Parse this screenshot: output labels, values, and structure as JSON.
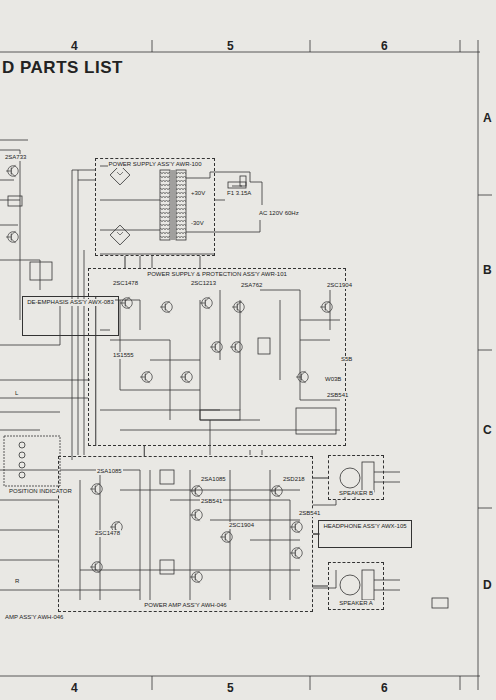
{
  "diagram": {
    "title": "D PARTS LIST",
    "nodes": [
      {
        "text": [
          "POWER SUPPLY ASS'Y AWR-100"
        ]
      },
      {
        "text": [
          "POWER SUPPLY & PROTECTION ASS'Y AWR-101"
        ]
      },
      {
        "text": [
          "POWER AMP ASS'Y AWH-046"
        ]
      },
      {
        "text": [
          "HEADPHONE ASS'Y AWX-105"
        ]
      },
      {
        "text": [
          "SPEAKER B"
        ]
      },
      {
        "text": [
          "SPEAKER A"
        ]
      },
      {
        "text": [
          "DE-EMPHASIS ASS'Y AWX-083"
        ]
      }
    ],
    "edges": [
      {
        "from": 0,
        "to": 1,
        "arrow": "none"
      },
      {
        "from": 1,
        "to": 2,
        "arrow": "none"
      },
      {
        "from": 6,
        "to": 1,
        "arrow": "none"
      },
      {
        "from": 2,
        "to": 4,
        "arrow": "none"
      },
      {
        "from": 2,
        "to": 3,
        "arrow": "none"
      },
      {
        "from": 2,
        "to": 5,
        "arrow": "none"
      }
    ],
    "labels": [
      "4",
      "5",
      "6",
      "4",
      "5",
      "6",
      "A",
      "B",
      "C",
      "D",
      "AC 120V 60Hz",
      "2SC1478",
      "2SC1213",
      "2SA762",
      "2SC1904",
      "1S1555",
      "S5B",
      "W03B",
      "2SB541",
      "2SA1085",
      "2SC1478",
      "2SA1085",
      "2SB541",
      "2SC1904",
      "2SD218",
      "2SB541",
      "L",
      "R",
      "-30V",
      "+30V",
      "POSITION INDICATOR",
      "AMP ASS'Y AWH-046",
      "2SA733",
      "F1 3.15A"
    ]
  }
}
